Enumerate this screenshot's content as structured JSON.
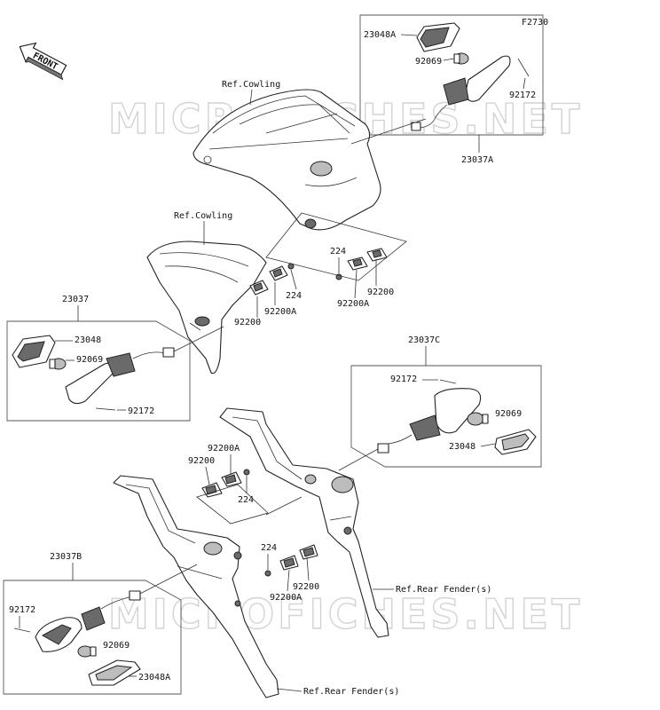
{
  "diagram_id": "F2730",
  "front_indicator": "FRONT",
  "watermarks": [
    "MICROFICHES.NET",
    "MICROFICHES.NET"
  ],
  "labels": {
    "ref_cowling_top": "Ref.Cowling",
    "ref_cowling_mid": "Ref.Cowling",
    "ref_rear_fender_right": "Ref.Rear Fender(s)",
    "ref_rear_fender_bottom": "Ref.Rear Fender(s)",
    "p23048A_top": "23048A",
    "p92069_top": "92069",
    "p92172_top": "92172",
    "p23037A": "23037A",
    "p224_upper_right": "224",
    "p92200_upper_right": "92200",
    "p92200A_upper_right": "92200A",
    "p224_upper_left": "224",
    "p92200A_upper_left": "92200A",
    "p92200_upper_left": "92200",
    "p23037": "23037",
    "p23048_left": "23048",
    "p92069_left": "92069",
    "p92172_left": "92172",
    "p23037C": "23037C",
    "p92172_right": "92172",
    "p92069_right": "92069",
    "p23048_right": "23048",
    "p92200A_lower": "92200A",
    "p92200_lower": "92200",
    "p224_lower": "224",
    "p224_lower_right": "224",
    "p92200_lower_right": "92200",
    "p92200A_lower_right": "92200A",
    "p23037B": "23037B",
    "p92172_bottom": "92172",
    "p92069_bottom": "92069",
    "p23048A_bottom": "23048A"
  }
}
